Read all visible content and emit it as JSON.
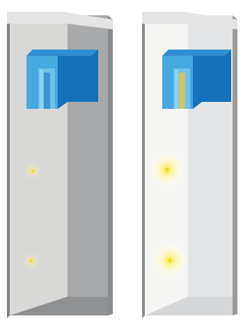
{
  "scene": {
    "background": "#ffffff"
  },
  "columns": [
    {
      "name": "dim-column",
      "glows": [
        {
          "name": "glow-upper",
          "intensity": "faint"
        },
        {
          "name": "glow-lower",
          "intensity": "faint"
        }
      ],
      "cube": {
        "slot_colors": [
          "#6fc3ea",
          "#3b94d3"
        ]
      }
    },
    {
      "name": "bright-column",
      "glows": [
        {
          "name": "glow-upper",
          "intensity": "bright"
        },
        {
          "name": "glow-lower",
          "intensity": "bright"
        }
      ],
      "cube": {
        "slot_colors": [
          "#6fc3ea",
          "#d3c46a"
        ]
      }
    }
  ],
  "colors": {
    "top_face": "#e4e4e4",
    "top_face_edge": "#cfcfcf",
    "cube_front": "#46a9df",
    "cube_side": "#1572ba",
    "cube_top": "#2f8ed0",
    "glow": "#fff47a",
    "glow_core": "#f5e52a",
    "dim_back_wall": "#d8d8d6",
    "dim_right_wall": "#a9aaab",
    "dim_floor": "#8f9091",
    "dim_frame": "#878889",
    "bright_back_wall": "#f5f5f3",
    "bright_right_wall": "#e4e5e6",
    "bright_floor": "#d6d7d8",
    "bright_frame": "#8a8b8c"
  }
}
